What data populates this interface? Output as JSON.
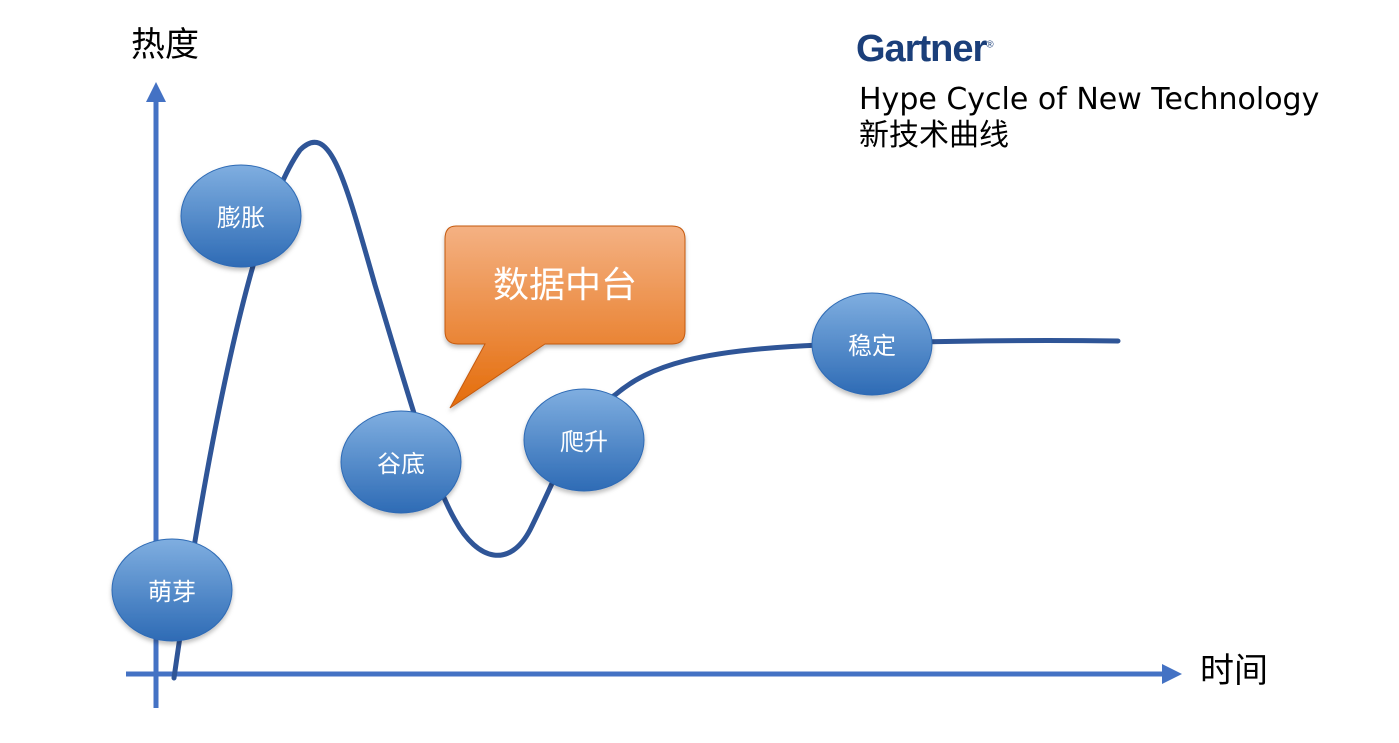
{
  "axes": {
    "y_label": "热度",
    "x_label": "时间"
  },
  "brand": {
    "name": "Gartner",
    "mark": "®"
  },
  "title": {
    "line1": "Hype Cycle of New Technology",
    "line2": "新技术曲线"
  },
  "stages": [
    {
      "label": "萌芽"
    },
    {
      "label": "膨胀"
    },
    {
      "label": "谷底"
    },
    {
      "label": "爬升"
    },
    {
      "label": "稳定"
    }
  ],
  "callout": {
    "label": "数据中台"
  },
  "colors": {
    "axis": "#4472c4",
    "curve": "#2f5597",
    "bubble_top": "#7faee0",
    "bubble_bottom": "#2e6bb5",
    "callout_top": "#f4b183",
    "callout_bottom": "#e46c0a",
    "brand": "#1b3f7a"
  }
}
